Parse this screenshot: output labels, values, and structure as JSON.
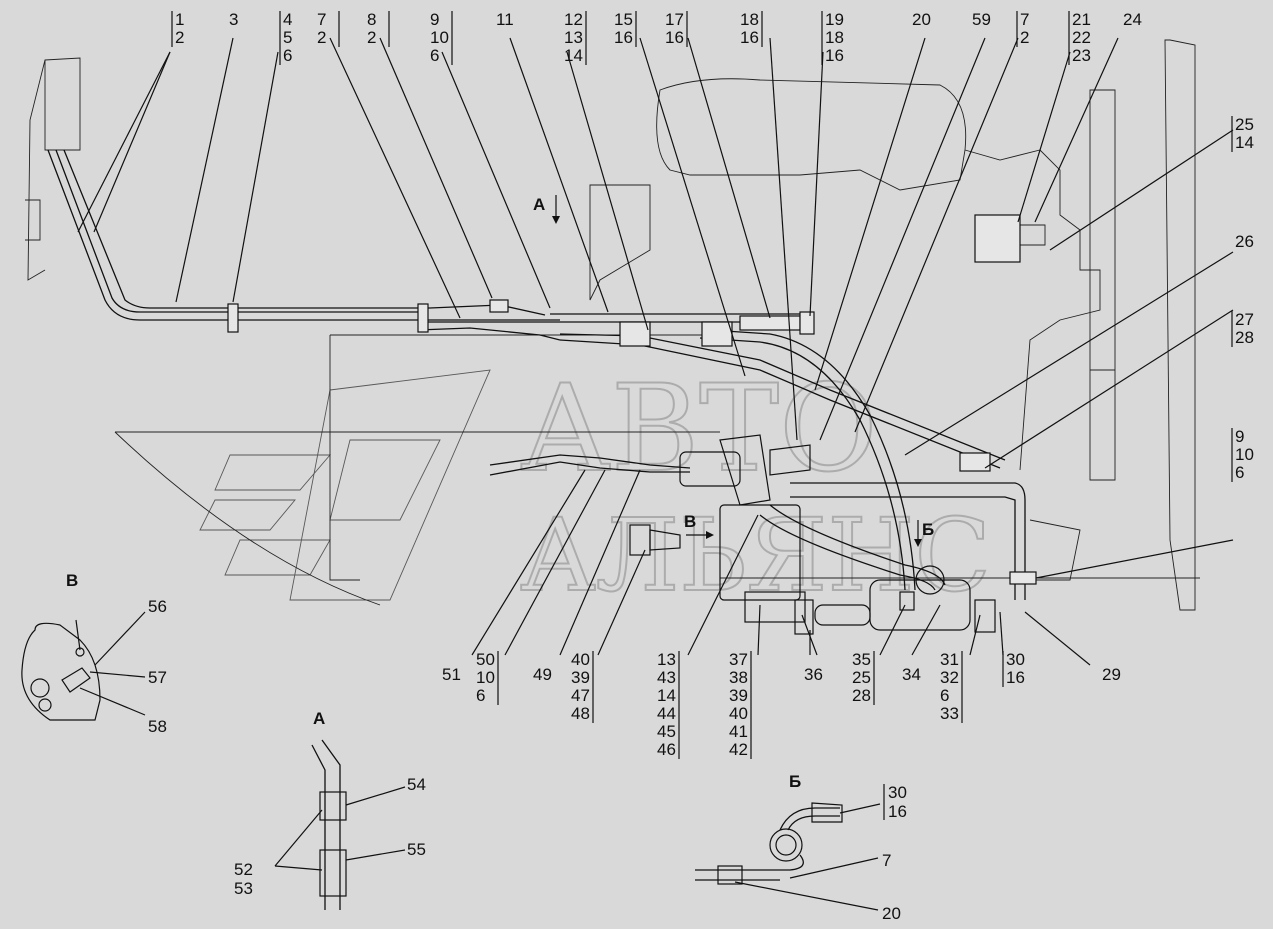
{
  "callouts": {
    "top": [
      {
        "id": "c1",
        "lines": [
          "1",
          "2"
        ]
      },
      {
        "id": "c3",
        "lines": [
          "3"
        ]
      },
      {
        "id": "c4",
        "lines": [
          "4",
          "5",
          "6"
        ]
      },
      {
        "id": "c7a",
        "lines": [
          "7",
          "2"
        ]
      },
      {
        "id": "c8",
        "lines": [
          "8",
          "2"
        ]
      },
      {
        "id": "c9",
        "lines": [
          "9",
          "10",
          "6"
        ]
      },
      {
        "id": "c11",
        "lines": [
          "11"
        ]
      },
      {
        "id": "c12",
        "lines": [
          "12",
          "13",
          "14"
        ]
      },
      {
        "id": "c15",
        "lines": [
          "15",
          "16"
        ]
      },
      {
        "id": "c17",
        "lines": [
          "17",
          "16"
        ]
      },
      {
        "id": "c18",
        "lines": [
          "18",
          "16"
        ]
      },
      {
        "id": "c19",
        "lines": [
          "19",
          "18",
          "16"
        ]
      },
      {
        "id": "c20",
        "lines": [
          "20"
        ]
      },
      {
        "id": "c59",
        "lines": [
          "59"
        ]
      },
      {
        "id": "c7b",
        "lines": [
          "7",
          "2"
        ]
      },
      {
        "id": "c21",
        "lines": [
          "21",
          "22",
          "23"
        ]
      },
      {
        "id": "c24",
        "lines": [
          "24"
        ]
      }
    ],
    "right": [
      {
        "id": "c25",
        "lines": [
          "25",
          "14"
        ]
      },
      {
        "id": "c26",
        "lines": [
          "26"
        ]
      },
      {
        "id": "c27",
        "lines": [
          "27",
          "28"
        ]
      },
      {
        "id": "c9r",
        "lines": [
          "9",
          "10",
          "6"
        ]
      }
    ],
    "bottom": [
      {
        "id": "c51",
        "lines": [
          "51"
        ]
      },
      {
        "id": "c50",
        "lines": [
          "50",
          "10",
          "6"
        ]
      },
      {
        "id": "c49",
        "lines": [
          "49"
        ]
      },
      {
        "id": "c40",
        "lines": [
          "40",
          "39",
          "47",
          "48"
        ]
      },
      {
        "id": "c13",
        "lines": [
          "13",
          "43",
          "14",
          "44",
          "45",
          "46"
        ]
      },
      {
        "id": "c37",
        "lines": [
          "37",
          "38",
          "39",
          "40",
          "41",
          "42"
        ]
      },
      {
        "id": "c36",
        "lines": [
          "36"
        ]
      },
      {
        "id": "c35",
        "lines": [
          "35",
          "25",
          "28"
        ]
      },
      {
        "id": "c34",
        "lines": [
          "34"
        ]
      },
      {
        "id": "c31",
        "lines": [
          "31",
          "32",
          "6",
          "33"
        ]
      },
      {
        "id": "c30",
        "lines": [
          "30",
          "16"
        ]
      },
      {
        "id": "c29",
        "lines": [
          "29"
        ]
      }
    ]
  },
  "views": {
    "A_marker": "А",
    "V_marker": "В",
    "B_marker": "Б",
    "view_V": {
      "title": "В",
      "labels": [
        "56",
        "57",
        "58"
      ]
    },
    "view_A": {
      "title": "А",
      "labels": [
        "54",
        "55",
        "52",
        "53"
      ]
    },
    "view_B": {
      "title": "Б",
      "labels": [
        "30",
        "16",
        "7",
        "20"
      ]
    }
  },
  "watermark": {
    "line1": "АВТО",
    "line2": "АЛЬЯНС"
  }
}
